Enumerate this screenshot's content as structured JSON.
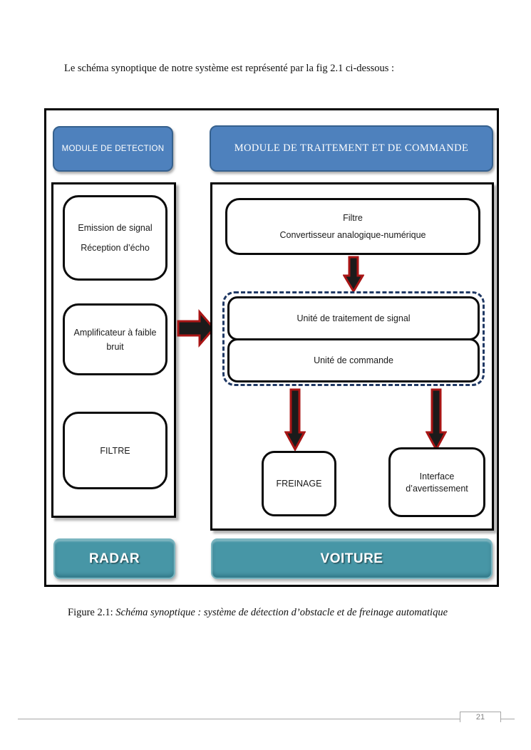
{
  "page": {
    "intro_text": "Le schéma synoptique de notre système est représenté par la fig 2.1 ci-dessous :",
    "caption_prefix": "Figure 2.1:",
    "caption_italic": " Schéma synoptique : système de détection d’obstacle et de freinage automatique",
    "page_number": "21"
  },
  "diagram": {
    "detection": {
      "header": "MODULE DE DETECTION",
      "boxes": [
        {
          "line1": "Emission de signal",
          "line2": "Réception d’écho"
        },
        {
          "line1": "Amplificateur à faible",
          "line2": "bruit"
        },
        {
          "line1": "FILTRE",
          "line2": ""
        }
      ],
      "footer_label": "RADAR"
    },
    "processing": {
      "header": "MODULE DE TRAITEMENT ET DE COMMANDE",
      "filter_converter_box": {
        "line1": "Filtre",
        "line2": "Convertisseur analogique-numérique"
      },
      "signal_unit": "Unité de traitement de signal",
      "command_unit": "Unité de commande",
      "freinage": "FREINAGE",
      "interface": {
        "line1": "Interface",
        "line2": "d’avertissement"
      },
      "footer_label": "VOITURE"
    },
    "icons": {
      "right_arrow": "arrow-right-icon",
      "down_arrows": "arrow-down-icon"
    },
    "colors": {
      "header_blue": "#4e81bd",
      "header_blue_border": "#36618e",
      "teal_button": "#4796a6",
      "dashed_border_navy": "#1f3864",
      "arrow_fill": "#1b1b1b",
      "arrow_outline_red": "#a91515",
      "box_border": "#000000",
      "footer_gray": "#7f7f7f"
    }
  }
}
